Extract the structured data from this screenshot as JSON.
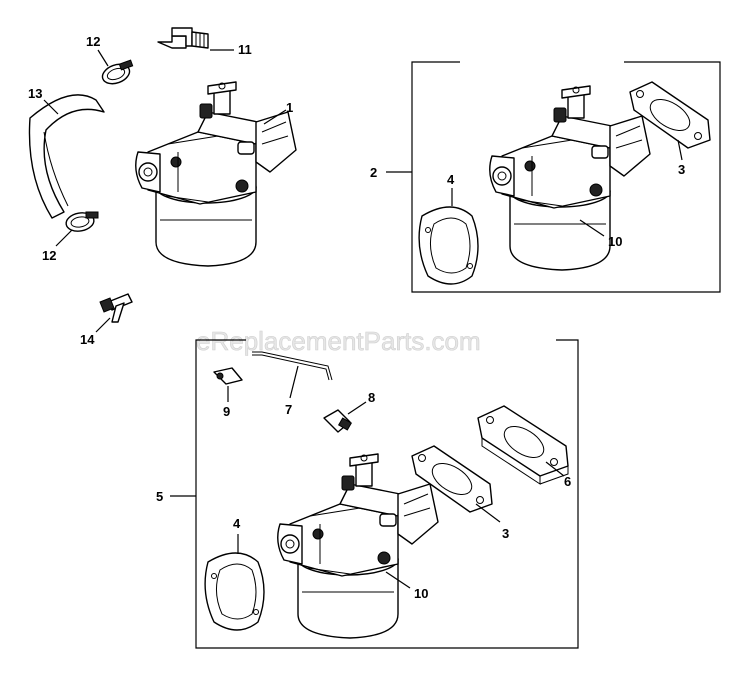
{
  "watermark": "eReplacementParts.com",
  "callouts": {
    "c1": "1",
    "c2": "2",
    "c3a": "3",
    "c3b": "3",
    "c4a": "4",
    "c4b": "4",
    "c5": "5",
    "c6": "6",
    "c7": "7",
    "c8": "8",
    "c9": "9",
    "c10a": "10",
    "c10b": "10",
    "c11": "11",
    "c12a": "12",
    "c12b": "12",
    "c13": "13",
    "c14": "14"
  },
  "icons": {
    "carburetor": "carburetor-icon",
    "gasket": "gasket-icon",
    "clamp": "hose-clamp-icon",
    "hose": "fuel-hose-icon",
    "fitting": "elbow-fitting-icon",
    "screw": "screw-icon"
  }
}
